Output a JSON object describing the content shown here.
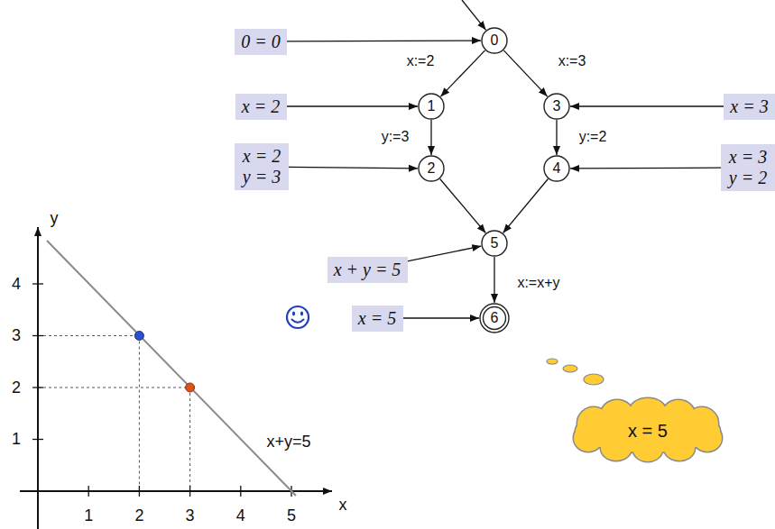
{
  "diagram": {
    "nodes": [
      {
        "text": [
          "0 = 0"
        ]
      },
      {
        "text": [
          "0"
        ]
      },
      {
        "text": [
          "x = 2"
        ]
      },
      {
        "text": [
          "1"
        ]
      },
      {
        "text": [
          "3"
        ]
      },
      {
        "text": [
          "x = 3"
        ]
      },
      {
        "text": [
          "x = 2 y = 3"
        ]
      },
      {
        "text": [
          "2"
        ]
      },
      {
        "text": [
          "4"
        ]
      },
      {
        "text": [
          "x = 3 y = 2"
        ]
      },
      {
        "text": [
          "x + y = 5"
        ]
      },
      {
        "text": [
          "5"
        ]
      },
      {
        "text": [
          "x = 5"
        ]
      },
      {
        "text": [
          "6"
        ]
      },
      {
        "text": [
          "x = 5"
        ]
      }
    ],
    "edges": [
      {
        "from": 0,
        "to": 1,
        "arrow": "to"
      },
      {
        "from": 1,
        "to": 3,
        "label": "x:=2",
        "arrow": "to"
      },
      {
        "from": 1,
        "to": 4,
        "label": "x:=3",
        "arrow": "to"
      },
      {
        "from": 2,
        "to": 3,
        "arrow": "to"
      },
      {
        "from": 5,
        "to": 4,
        "arrow": "to"
      },
      {
        "from": 3,
        "to": 7,
        "label": "y:=3",
        "arrow": "to"
      },
      {
        "from": 4,
        "to": 8,
        "label": "y:=2",
        "arrow": "to"
      },
      {
        "from": 6,
        "to": 7,
        "arrow": "to"
      },
      {
        "from": 9,
        "to": 8,
        "arrow": "to"
      },
      {
        "from": 7,
        "to": 11,
        "arrow": "to"
      },
      {
        "from": 8,
        "to": 11,
        "arrow": "to"
      },
      {
        "from": 10,
        "to": 11,
        "arrow": "to"
      },
      {
        "from": 11,
        "to": 13,
        "label": "x:=x+y",
        "arrow": "to"
      },
      {
        "from": 12,
        "to": 13,
        "arrow": "to"
      }
    ],
    "labels": [
      "y",
      "4",
      "3",
      "2",
      "1",
      "x",
      "1",
      "2",
      "3",
      "4",
      "5",
      "x+y=5"
    ]
  }
}
